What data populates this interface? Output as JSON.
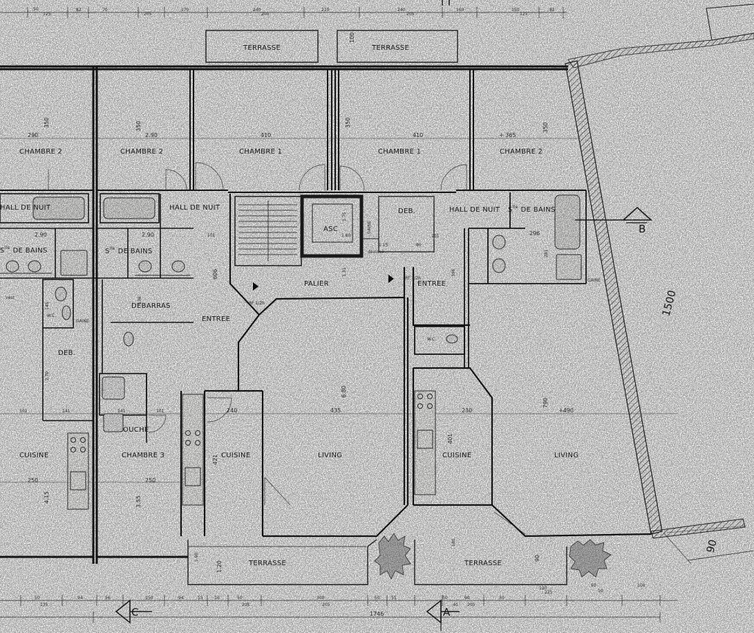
{
  "plan": {
    "rooms": {
      "chambre2_a": "CHAMBRE 2",
      "chambre2_b": "CHAMBRE 2",
      "chambre1_a": "CHAMBRE 1",
      "chambre1_b": "CHAMBRE 1",
      "chambre2_c": "CHAMBRE 2",
      "hall_nuit_a": "HALL DE NUIT",
      "hall_nuit_b": "HALL DE NUIT",
      "hall_nuit_c": "HALL DE NUIT",
      "sdb_a_1": "S",
      "sdb_a_sup": "lle",
      "sdb_a_2": "DE BAINS",
      "sdb_b_1": "S",
      "sdb_b_sup": "lle",
      "sdb_b_2": "DE BAINS",
      "sdb_c_1": "S",
      "sdb_c_sup": "lle",
      "sdb_c_2": "DE BAINS",
      "asc": "ASC",
      "palier": "PALIER",
      "deb_a": "DEB.",
      "deb_b": "DEB.",
      "debarras": "DEBARRAS",
      "entree_a": "ENTREE",
      "entree_b": "ENTREE",
      "wc_a": "W.C.",
      "wc_b": "W.C.",
      "douche": "DOUCHE",
      "chambre3": "CHAMBRE 3",
      "cuisine_a": "CUISINE",
      "cuisine_b": "CUISINE",
      "cuisine_c": "CUISINE",
      "living_a": "LIVING",
      "living_b": "LIVING",
      "terrasse_a": "TERRASSE",
      "terrasse_b": "TERRASSE",
      "terrasse_c": "TERRASSE",
      "terrasse_d": "TERRASSE",
      "vest": "vest",
      "gaine_a": "GAINE",
      "gaine_b": "GAINE",
      "gaine_c": "GAINE",
      "devidoir": "dévidoir",
      "rf_a": "RF 1/2h",
      "rf_b": "RF 1/2h"
    },
    "dims": {
      "d_290a": "290",
      "d_350a": "350",
      "d_290b": "2.90",
      "d_350b": "350",
      "d_410a": "410",
      "d_350c": "350",
      "d_410b": "410",
      "d_365": "+ 365",
      "d_350d": "350",
      "d_290c": "2.90",
      "d_290d": "2.90",
      "d_101a": "101",
      "d_175": "1.75",
      "d_160": "1.60",
      "d_115": "1.15",
      "d_80": "80",
      "d_101b": "101",
      "d_296": "296",
      "d_281": "281",
      "d_606": "606",
      "d_131": "1.31",
      "d_396": "396",
      "d_145": "145",
      "d_138": "138",
      "d_270": "2.70",
      "d_101c": "101",
      "d_141a": "141",
      "d_141b": "141",
      "d_101d": "101",
      "d_240": "240",
      "d_435": "435",
      "d_680": "6.80",
      "d_230": "230",
      "d_490": "+490",
      "d_790": "790",
      "d_421": "421",
      "d_401": "401",
      "d_250a": "250",
      "d_250b": "250",
      "d_415": "4.15",
      "d_355": "3.55",
      "d_190": "1.90",
      "d_120": "1.20",
      "d_60": "60",
      "d_180": "180",
      "d_90": "90",
      "d_1500": "1500",
      "d_90b": "90",
      "d_1746": "1746",
      "d_100": "100",
      "d_90c": "90",
      "top_50": "50",
      "top_125a": "125",
      "top_82a": "82",
      "top_70": "70",
      "top_200a": "205",
      "top_170": "170",
      "top_240a": "240",
      "top_205a": "205",
      "top_210": "210",
      "top_240b": "240",
      "top_205b": "205",
      "top_160": "160",
      "top_150": "150",
      "top_125b": "125",
      "top_82b": "82",
      "bot_50": "50",
      "bot_135": "135",
      "bot_94": "94",
      "bot_56": "56",
      "bot_150": "150",
      "bot_94b": "94",
      "bot_55": "55",
      "bot_10": "10",
      "bot_50b": "50",
      "bot_205a": "205",
      "bot_300": "300",
      "bot_205b": "205",
      "bot_50c": "50",
      "bot_55b": "55",
      "bot_50d": "50",
      "bot_40": "40",
      "bot_90": "90",
      "bot_205c": "205",
      "bot_30": "30",
      "bot_120": "120",
      "bot_225": "225",
      "bot_90b": "90",
      "bot_10b": "10",
      "bot_100": "100"
    },
    "section_marks": {
      "a": "A",
      "b": "B",
      "c": "C"
    }
  }
}
